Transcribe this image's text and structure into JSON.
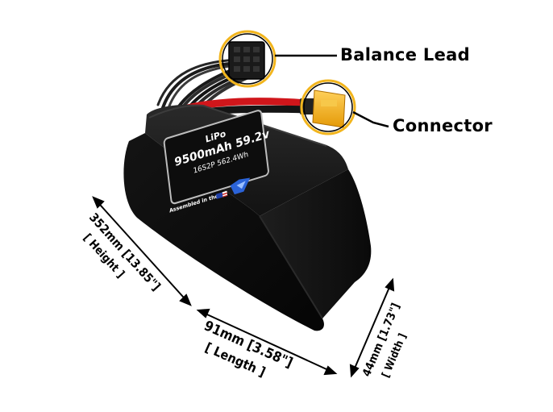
{
  "callouts": {
    "balance_lead": "Balance Lead",
    "connector": "Connector"
  },
  "battery_label": {
    "chemistry": "LiPo",
    "capacity_voltage": "9500mAh 59.2v",
    "config_energy": "16S2P 562.4Wh",
    "assembled": "Assembled in the"
  },
  "dimensions": {
    "height": "352mm [13.85\"]",
    "height_caption": "[ Height ]",
    "length": "91mm [3.58\"]",
    "length_caption": "[ Length ]",
    "width": "44mm [1.73\"]",
    "width_caption": "[ Width ]"
  },
  "colors": {
    "battery_body": "#0b0b0b",
    "wire_red": "#d0161b",
    "connector_yellow": "#f5b316",
    "callout_circle": "#f2b51d",
    "background": "#ffffff"
  }
}
